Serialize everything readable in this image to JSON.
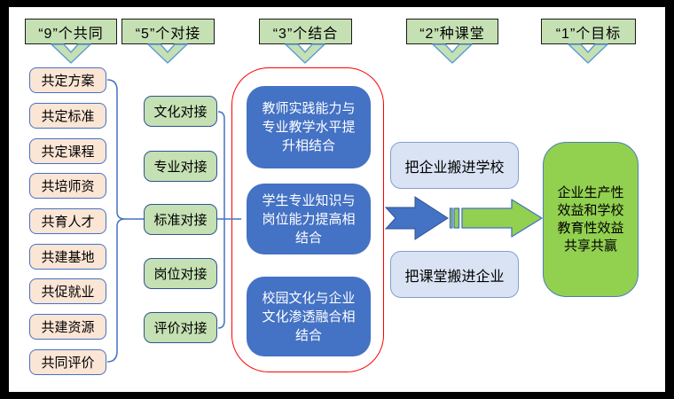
{
  "colors": {
    "frame": "#000000",
    "top_box_fill": "#c5e0b3",
    "top_box_border": "#1a1a1a",
    "commons_fill": "#fbe5d5",
    "commons_border": "#4472c4",
    "docking_fill": "#c5e0b3",
    "docking_border": "#2e5395",
    "group_border": "#ff0000",
    "combination_fill": "#4472c4",
    "combination_text": "#ffffff",
    "classroom_fill": "#dae3f3",
    "classroom_border": "#7f9fd4",
    "goal_fill": "#92d050",
    "goal_border": "#4a7ebb",
    "arrow_blue": "#4472c4",
    "arrow_green": "#92d050",
    "connector_blue": "#4472c4"
  },
  "top_row": [
    {
      "label": "“9”个共同",
      "icon": "down-arrow"
    },
    {
      "label": "“5”个对接",
      "icon": "down-arrow"
    },
    {
      "label": "“3”个结合",
      "icon": "down-arrow"
    },
    {
      "label": "“2”种课堂",
      "icon": "down-arrow"
    },
    {
      "label": "“1”个目标",
      "icon": "down-arrow"
    }
  ],
  "nine_commons": {
    "items": [
      "共定方案",
      "共定标准",
      "共定课程",
      "共培师资",
      "共育人才",
      "共建基地",
      "共促就业",
      "共建资源",
      "共同评价"
    ]
  },
  "five_dockings": {
    "items": [
      "文化对接",
      "专业对接",
      "标准对接",
      "岗位对接",
      "评价对接"
    ]
  },
  "three_combinations": {
    "items": [
      "教师实践能力与\n专业教学水平提\n升相结合",
      "学生专业知识与\n岗位能力提高相\n结合",
      "校园文化与企业\n文化渗透融合相\n结合"
    ]
  },
  "two_classrooms": {
    "items": [
      "把企业搬进学校",
      "把课堂搬进企业"
    ]
  },
  "goal": {
    "text": "企业生产性\n效益和学校\n教育性效益\n共享共赢"
  }
}
